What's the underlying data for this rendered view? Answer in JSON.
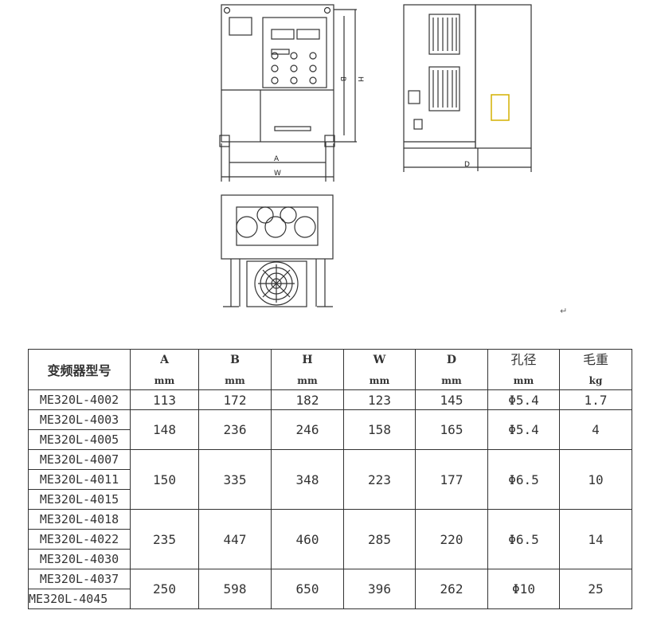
{
  "drawings": {
    "front_labels": {
      "b": "B",
      "h": "H",
      "a": "A",
      "w": "W"
    },
    "side_labels": {
      "d": "D"
    },
    "return_mark": "↵"
  },
  "table": {
    "headers": {
      "model": "变频器型号",
      "a": {
        "top": "A",
        "unit": "mm"
      },
      "b": {
        "top": "B",
        "unit": "mm"
      },
      "h": {
        "top": "H",
        "unit": "mm"
      },
      "w": {
        "top": "W",
        "unit": "mm"
      },
      "d": {
        "top": "D",
        "unit": "mm"
      },
      "hole": {
        "top": "孔径",
        "unit": "mm"
      },
      "weight": {
        "top": "毛重",
        "unit": "kg"
      }
    },
    "groups": [
      {
        "models": [
          "ME320L-4002"
        ],
        "A": "113",
        "B": "172",
        "H": "182",
        "W": "123",
        "D": "145",
        "hole": "Φ5.4",
        "weight": "1.7"
      },
      {
        "models": [
          "ME320L-4003",
          "ME320L-4005"
        ],
        "A": "148",
        "B": "236",
        "H": "246",
        "W": "158",
        "D": "165",
        "hole": "Φ5.4",
        "weight": "4"
      },
      {
        "models": [
          "ME320L-4007",
          "ME320L-4011",
          "ME320L-4015"
        ],
        "A": "150",
        "B": "335",
        "H": "348",
        "W": "223",
        "D": "177",
        "hole": "Φ6.5",
        "weight": "10"
      },
      {
        "models": [
          "ME320L-4018",
          "ME320L-4022",
          "ME320L-4030"
        ],
        "A": "235",
        "B": "447",
        "H": "460",
        "W": "285",
        "D": "220",
        "hole": "Φ6.5",
        "weight": "14"
      },
      {
        "models": [
          "ME320L-4037",
          "ME320L-4045"
        ],
        "A": "250",
        "B": "598",
        "H": "650",
        "W": "396",
        "D": "262",
        "hole": "Φ10",
        "weight": "25"
      }
    ]
  }
}
